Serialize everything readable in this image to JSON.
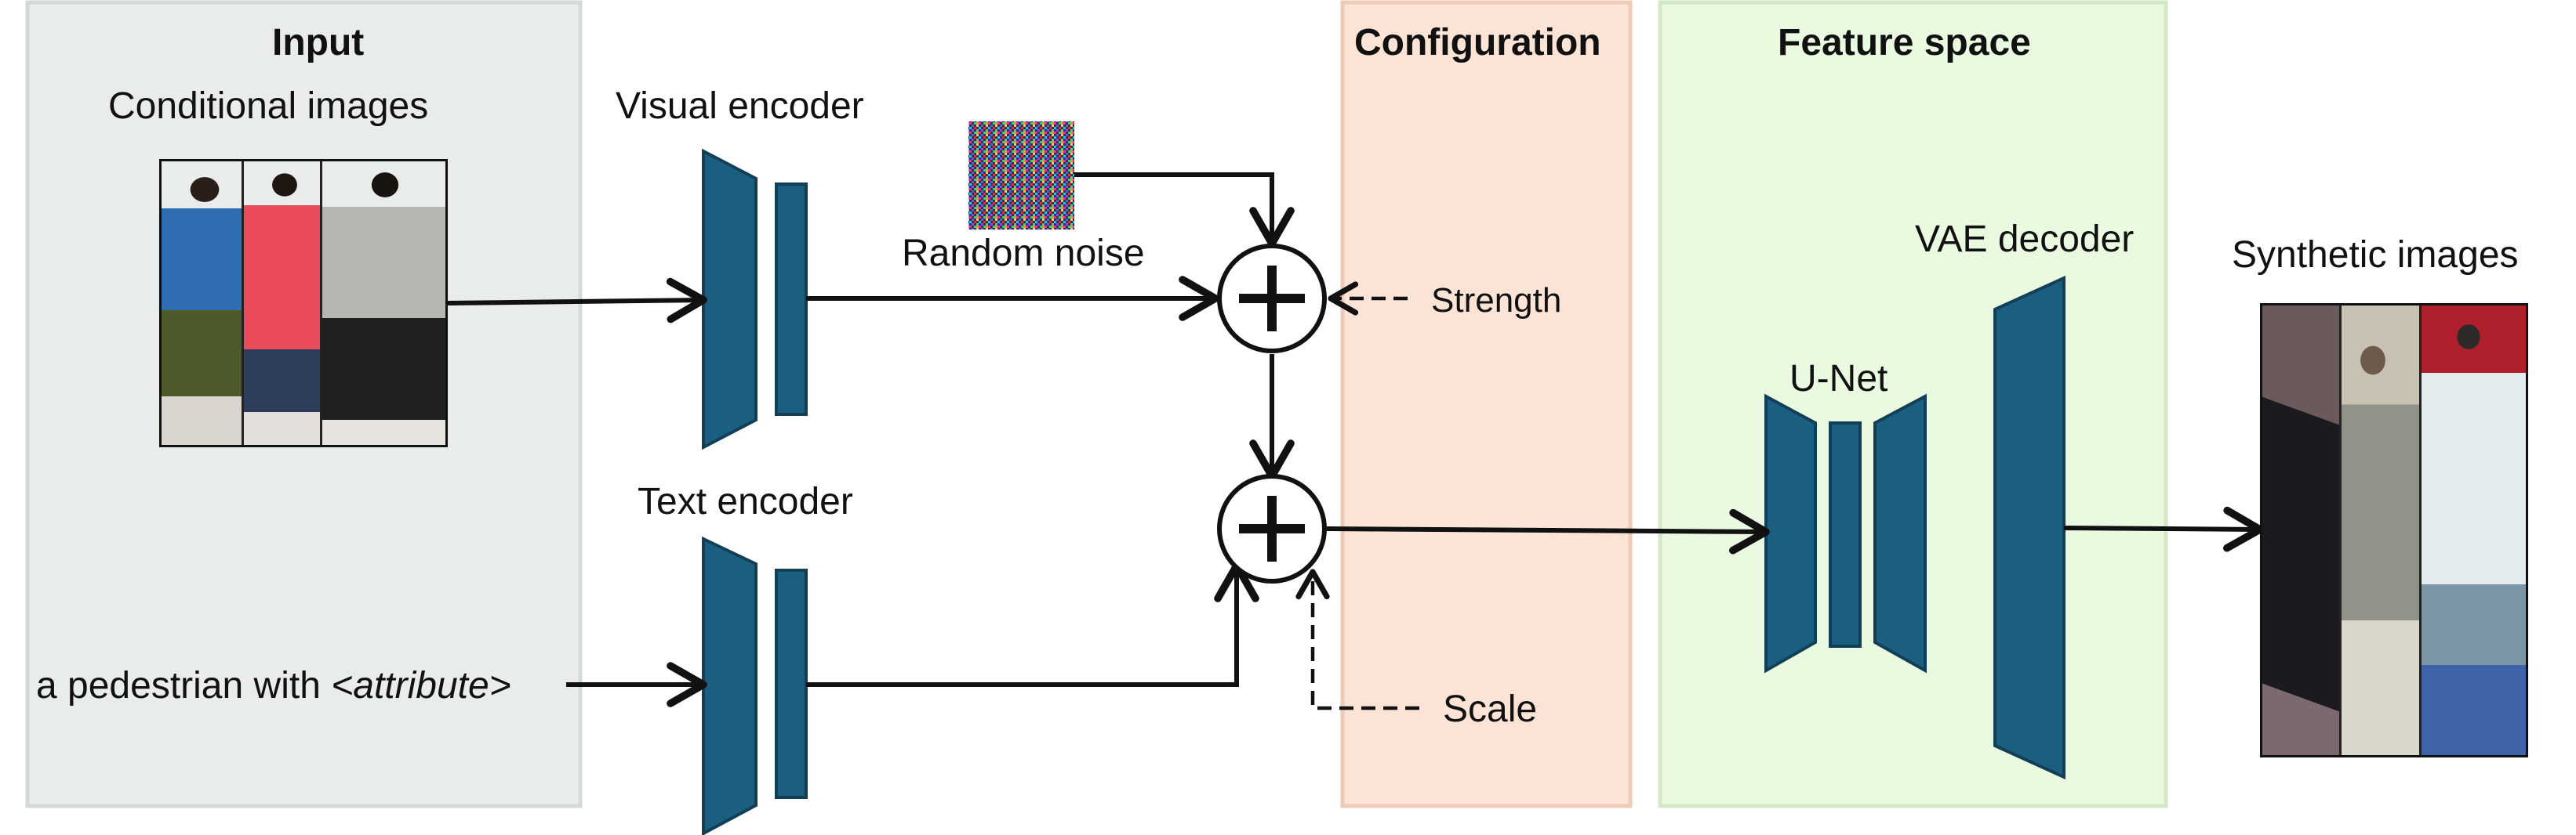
{
  "sections": {
    "input": "Input",
    "configuration": "Configuration",
    "feature_space": "Feature space"
  },
  "labels": {
    "conditional_images": "Conditional images",
    "visual_encoder": "Visual encoder",
    "random_noise": "Random noise",
    "strength": "Strength",
    "text_encoder": "Text encoder",
    "text_prompt_prefix": "a pedestrian with ",
    "text_prompt_attribute": "<attribute>",
    "scale": "Scale",
    "unet": "U-Net",
    "vae_decoder": "VAE decoder",
    "synthetic_images": "Synthetic images"
  },
  "colors": {
    "input_panel": "#e8ecea",
    "input_border": "#d4dad7",
    "config_panel": "#fbe3d6",
    "config_border": "#eccbb9",
    "feature_panel": "#e9fae1",
    "feature_border": "#d3e8c9",
    "encoder_fill": "#1b5f80",
    "encoder_stroke": "#123f57",
    "line": "#111111"
  },
  "icons": {
    "plus_operator": "circled-plus-icon",
    "noise": "noise-icon"
  }
}
